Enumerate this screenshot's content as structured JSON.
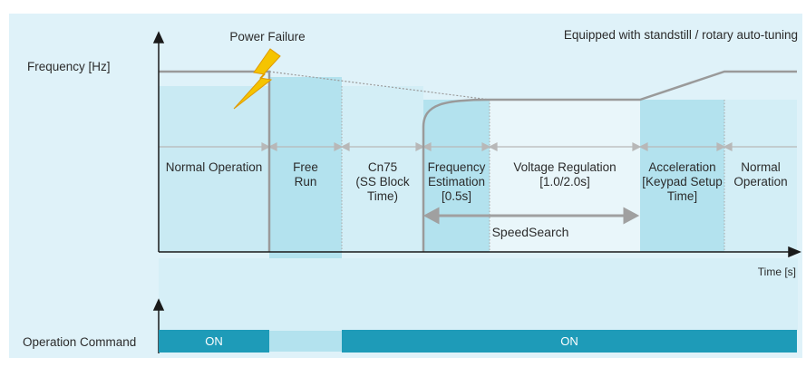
{
  "diagram": {
    "title": "Equipped with standstill / rotary auto-tuning",
    "power_failure_label": "Power Failure",
    "y_axis_label": "Frequency [Hz]",
    "x_axis_label": "Time [s]",
    "command_axis_label": "Operation Command",
    "phases": [
      {
        "id": "normal-operation",
        "lines": [
          "Normal Operation"
        ]
      },
      {
        "id": "free-run",
        "lines": [
          "Free",
          "Run"
        ]
      },
      {
        "id": "ss-block-time",
        "lines": [
          "Cn75",
          "(SS Block",
          "Time)"
        ]
      },
      {
        "id": "frequency-estimation",
        "lines": [
          "Frequency",
          "Estimation",
          "[0.5s]"
        ]
      },
      {
        "id": "voltage-regulation",
        "lines": [
          "Voltage Regulation",
          "[1.0/2.0s]"
        ]
      },
      {
        "id": "acceleration",
        "lines": [
          "Acceleration",
          "[Keypad Setup",
          "Time]"
        ]
      },
      {
        "id": "normal-operation-2",
        "lines": [
          "Normal",
          "Operation"
        ]
      }
    ],
    "speed_search_label": "SpeedSearch",
    "command_segments": [
      {
        "state": "ON"
      },
      {
        "state": "OFF"
      },
      {
        "state": "ON"
      }
    ],
    "colors": {
      "light_blue": "#d6eff7",
      "mid_blue": "#b9e4ef",
      "pale_blue": "#e8f5fa",
      "on_bar": "#1e9bb8",
      "curve_gray": "#9a9a9a",
      "lightning": "#f5c400"
    }
  }
}
